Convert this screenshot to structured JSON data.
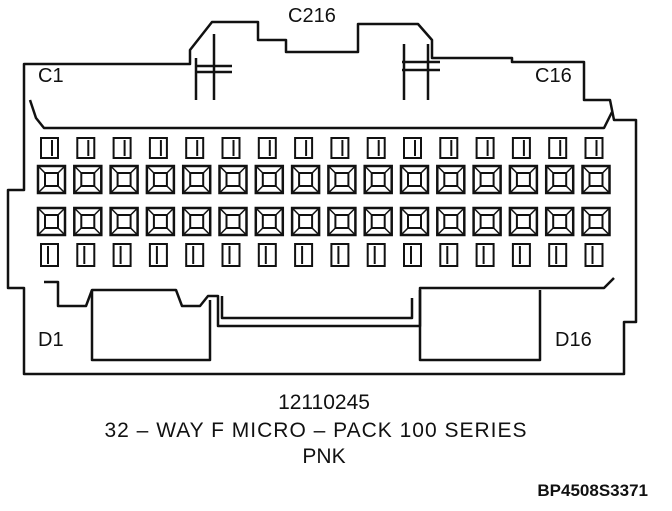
{
  "connector": {
    "id": "C216",
    "part_number": "12110245",
    "description": "32 – WAY F MICRO – PACK 100 SERIES",
    "color": "PNK",
    "pin_labels": {
      "top_left": "C1",
      "top_right": "C16",
      "bottom_left": "D1",
      "bottom_right": "D16"
    },
    "columns": 16
  },
  "figure_ref": "BP4508S3371"
}
